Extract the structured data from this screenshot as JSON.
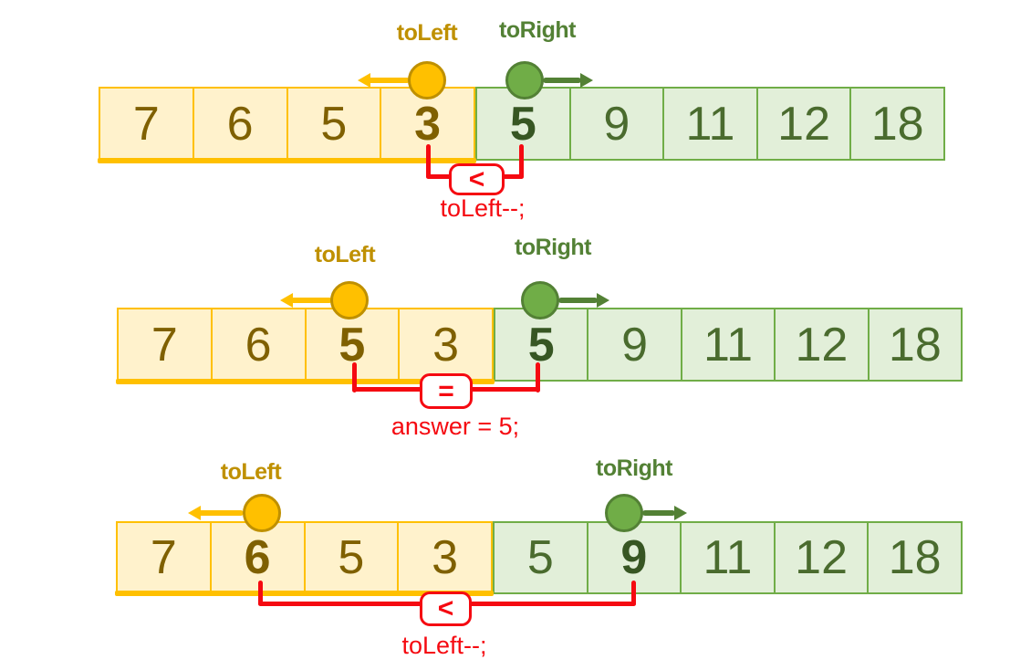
{
  "colors": {
    "yellow_fill": "#FFF2CC",
    "yellow_border": "#FFC000",
    "yellow_text": "#7F6000",
    "yellow_label": "#BF9000",
    "green_fill": "#E2EFD9",
    "green_border": "#70AD47",
    "green_text": "#4A6B2E",
    "green_text_bold": "#375623",
    "green_label": "#538135",
    "red": "#F50A11"
  },
  "rows": [
    {
      "step": 1,
      "left_pointer": {
        "label": "toLeft"
      },
      "right_pointer": {
        "label": "toRight"
      },
      "cells": [
        {
          "v": "7",
          "group": "left",
          "bold": false
        },
        {
          "v": "6",
          "group": "left",
          "bold": false
        },
        {
          "v": "5",
          "group": "left",
          "bold": false
        },
        {
          "v": "3",
          "group": "left",
          "bold": true
        },
        {
          "v": "5",
          "group": "right",
          "bold": true
        },
        {
          "v": "9",
          "group": "right",
          "bold": false
        },
        {
          "v": "11",
          "group": "right",
          "bold": false
        },
        {
          "v": "12",
          "group": "right",
          "bold": false
        },
        {
          "v": "18",
          "group": "right",
          "bold": false
        }
      ],
      "comparison": {
        "operator": "<",
        "code": "toLeft--;"
      }
    },
    {
      "step": 2,
      "left_pointer": {
        "label": "toLeft"
      },
      "right_pointer": {
        "label": "toRight"
      },
      "cells": [
        {
          "v": "7",
          "group": "left",
          "bold": false
        },
        {
          "v": "6",
          "group": "left",
          "bold": false
        },
        {
          "v": "5",
          "group": "left",
          "bold": true
        },
        {
          "v": "3",
          "group": "left",
          "bold": false
        },
        {
          "v": "5",
          "group": "right",
          "bold": true
        },
        {
          "v": "9",
          "group": "right",
          "bold": false
        },
        {
          "v": "11",
          "group": "right",
          "bold": false
        },
        {
          "v": "12",
          "group": "right",
          "bold": false
        },
        {
          "v": "18",
          "group": "right",
          "bold": false
        }
      ],
      "comparison": {
        "operator": "=",
        "code": "answer = 5;"
      }
    },
    {
      "step": 3,
      "left_pointer": {
        "label": "toLeft"
      },
      "right_pointer": {
        "label": "toRight"
      },
      "cells": [
        {
          "v": "7",
          "group": "left",
          "bold": false
        },
        {
          "v": "6",
          "group": "left",
          "bold": true
        },
        {
          "v": "5",
          "group": "left",
          "bold": false
        },
        {
          "v": "3",
          "group": "left",
          "bold": false
        },
        {
          "v": "5",
          "group": "right",
          "bold": false
        },
        {
          "v": "9",
          "group": "right",
          "bold": true
        },
        {
          "v": "11",
          "group": "right",
          "bold": false
        },
        {
          "v": "12",
          "group": "right",
          "bold": false
        },
        {
          "v": "18",
          "group": "right",
          "bold": false
        }
      ],
      "comparison": {
        "operator": "<",
        "code": "toLeft--;"
      }
    }
  ]
}
